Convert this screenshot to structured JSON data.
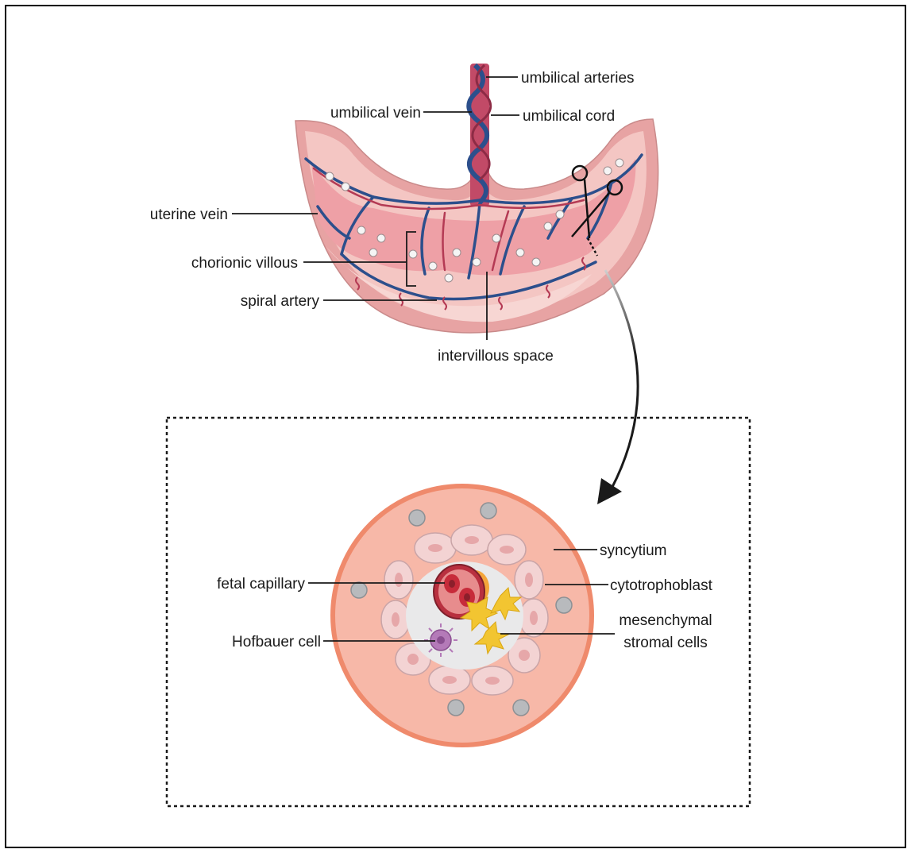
{
  "placenta": {
    "labels": {
      "umbilical_arteries": "umbilical arteries",
      "umbilical_vein": "umbilical vein",
      "umbilical_cord": "umbilical cord",
      "uterine_vein": "uterine vein",
      "chorionic_villous": "chorionic villous",
      "spiral_artery": "spiral artery",
      "intervillous_space": "intervillous space"
    }
  },
  "villus_cross_section": {
    "labels": {
      "syncytium": "syncytium",
      "fetal_capillary": "fetal capillary",
      "cytotrophoblast": "cytotrophoblast",
      "mesenchymal_line1": "mesenchymal",
      "mesenchymal_line2": "stromal cells",
      "hofbauer_cell": "Hofbauer cell"
    }
  },
  "colors": {
    "placenta_outer": "#e7a3a3",
    "placenta_inner": "#f4c6c3",
    "lobe_fill": "#eea0a6",
    "vein_blue": "#2c4f8c",
    "artery_red": "#b43a54",
    "syncytium_fill": "#f7b8a8",
    "syncytium_rim": "#ef8a6c",
    "cytotrophoblast_fill": "#f3d3d3",
    "stroma_fill": "#e9e9ea",
    "stromal_cell": "#f2c531",
    "hofbauer": "#b47ab8",
    "nucleus_grey": "#b8babd"
  }
}
